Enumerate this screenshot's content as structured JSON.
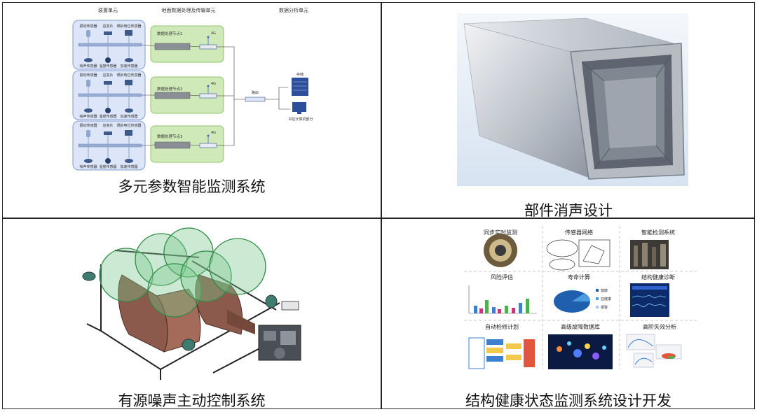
{
  "panels": {
    "monitor": {
      "caption": "多元参数智能监测系统",
      "col_titles": [
        "装置单元",
        "地面数据处理及传输单元",
        "数据分析单元"
      ],
      "sensor_row_top": [
        "振动传感器",
        "应变片",
        "倾斜电位传感器"
      ],
      "sensor_row_bottom": [
        "噪声传感器",
        "温度传感器",
        "加速传感器"
      ],
      "nodes": [
        "数据处理节点1",
        "数据处理节点2",
        "数据处理节点3"
      ],
      "net_label": "4G",
      "switch_label": "路由",
      "storage_label": "存储",
      "pc_label": "中控计算机部分"
    },
    "muffler": {
      "caption": "部件消声设计"
    },
    "anc": {
      "caption": "有源噪声主动控制系统"
    },
    "shm": {
      "caption": "结构健康状态监测系统设计开发",
      "tiles": [
        "同步实时监测",
        "传感器网络",
        "智能检测系统",
        "风险评估",
        "寿命计算",
        "结构健康诊断",
        "自动检修计划",
        "高级故障数据库",
        "高阶失效分析"
      ],
      "pie_legend": [
        "健康",
        "亚健康",
        "报警"
      ]
    }
  }
}
